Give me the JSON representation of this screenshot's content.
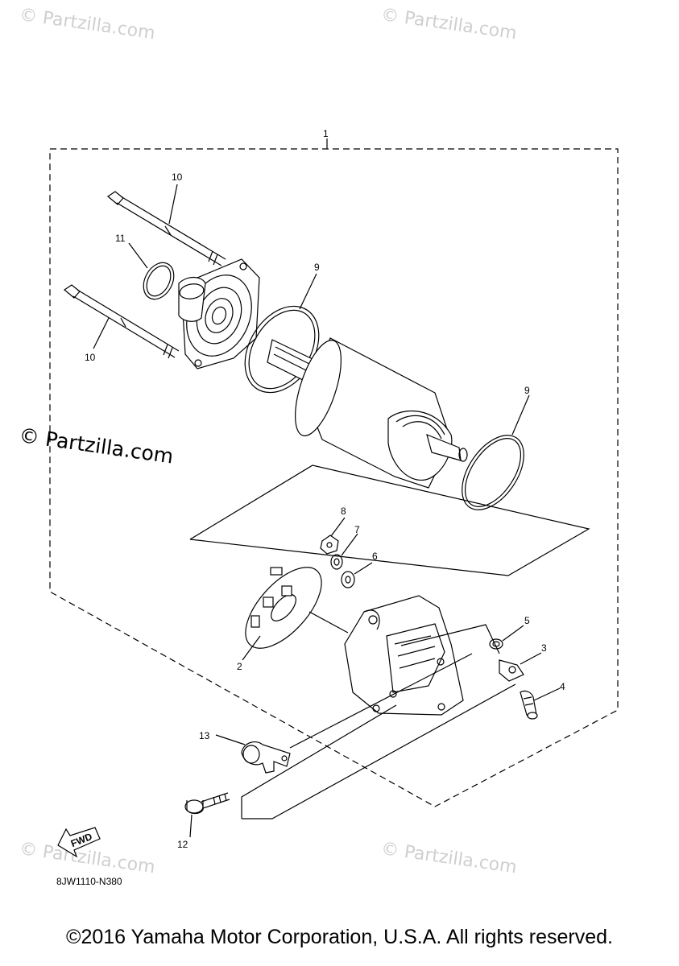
{
  "watermarks": {
    "top_left": "© Partzilla.com",
    "top_right": "© Partzilla.com",
    "mid_left": "© Partzilla.com",
    "bottom_left": "© Partzilla.com",
    "bottom_right": "© Partzilla.com"
  },
  "callouts": {
    "c1": "1",
    "c2": "2",
    "c3": "3",
    "c4": "4",
    "c5": "5",
    "c6": "6",
    "c7": "7",
    "c8": "8",
    "c9a": "9",
    "c9b": "9",
    "c10a": "10",
    "c10b": "10",
    "c11": "11",
    "c12": "12",
    "c13": "13"
  },
  "fwd_label": "FWD",
  "figure_code": "8JW1110-N380",
  "copyright": "©2016 Yamaha Motor Corporation, U.S.A. All rights reserved."
}
